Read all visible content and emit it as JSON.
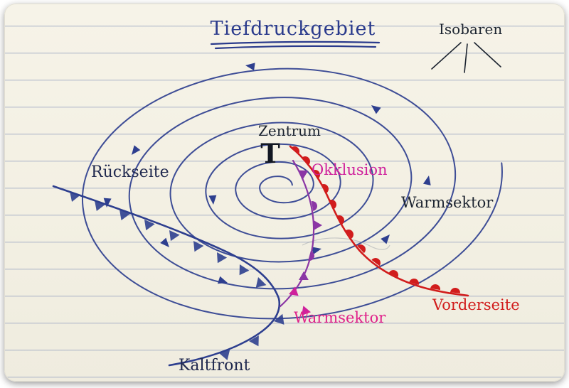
{
  "card": {
    "title": "Tiefdruckgebiet",
    "labels": {
      "isobaren": "Isobaren",
      "zentrum": "Zentrum",
      "center_symbol": "T",
      "rueckseite": "Rückseite",
      "okklusion": "Okklusion",
      "warmsektor_right": "Warmsektor",
      "warmsektor_bottom": "Warmsektor",
      "vorderseite": "Vorderseite",
      "kaltfront": "Kaltfront"
    },
    "colors": {
      "ink_blue": "#2e3f8f",
      "title_blue": "#2a3a8c",
      "text_black": "#1c2430",
      "front_cold_blue": "#2e3f8f",
      "front_warm_red": "#d11c1c",
      "front_occluded_purple": "#8b36a5",
      "magenta": "#cf219c",
      "pink": "#e0218a",
      "paper": "#f4f1e5",
      "rule_line": "#96a0be"
    }
  }
}
